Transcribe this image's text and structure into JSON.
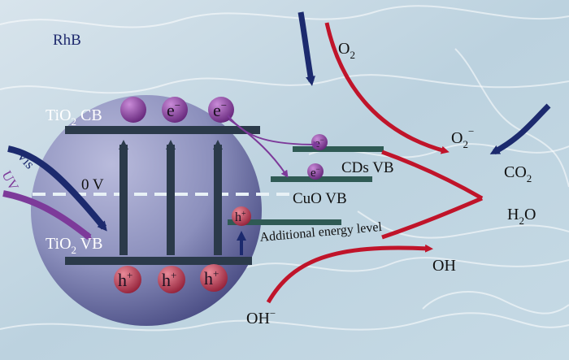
{
  "labels": {
    "rhb": "RhB",
    "o2": "O",
    "o2_sub": "2",
    "o2_minus": "O",
    "o2_minus_sub": "2",
    "o2_minus_sup": "−",
    "co2": "CO",
    "co2_sub": "2",
    "h2o_h": "H",
    "h2o_sub": "2",
    "h2o_o": "O",
    "oh": "OH",
    "oh_minus": "OH",
    "oh_minus_sup": "−",
    "tio2_cb_a": "TiO",
    "tio2_cb_sub": "2",
    "tio2_cb_b": " CB",
    "tio2_vb_a": "TiO",
    "tio2_vb_sub": "2",
    "tio2_vb_b": " VB",
    "zero_v": "0 V",
    "cds_vb": "CDs VB",
    "cuo_vb": "CuO VB",
    "additional": "Additional energy level",
    "vis": "Vis",
    "uv": "UV"
  },
  "particles": {
    "electron": "e",
    "electron_sup": "−",
    "hole": "h",
    "hole_sup": "+"
  },
  "colors": {
    "water_bg": "#c9dbe6",
    "sphere": "#8d91bd",
    "band": "#2b3a4a",
    "electron_fill": "#7b3a8d",
    "hole_fill": "#a8324a",
    "red_arrow": "#c0142a",
    "navy_arrow": "#1c2a6e",
    "purple_arrow": "#7d3a9a",
    "teal_bar": "#2f5a54"
  }
}
